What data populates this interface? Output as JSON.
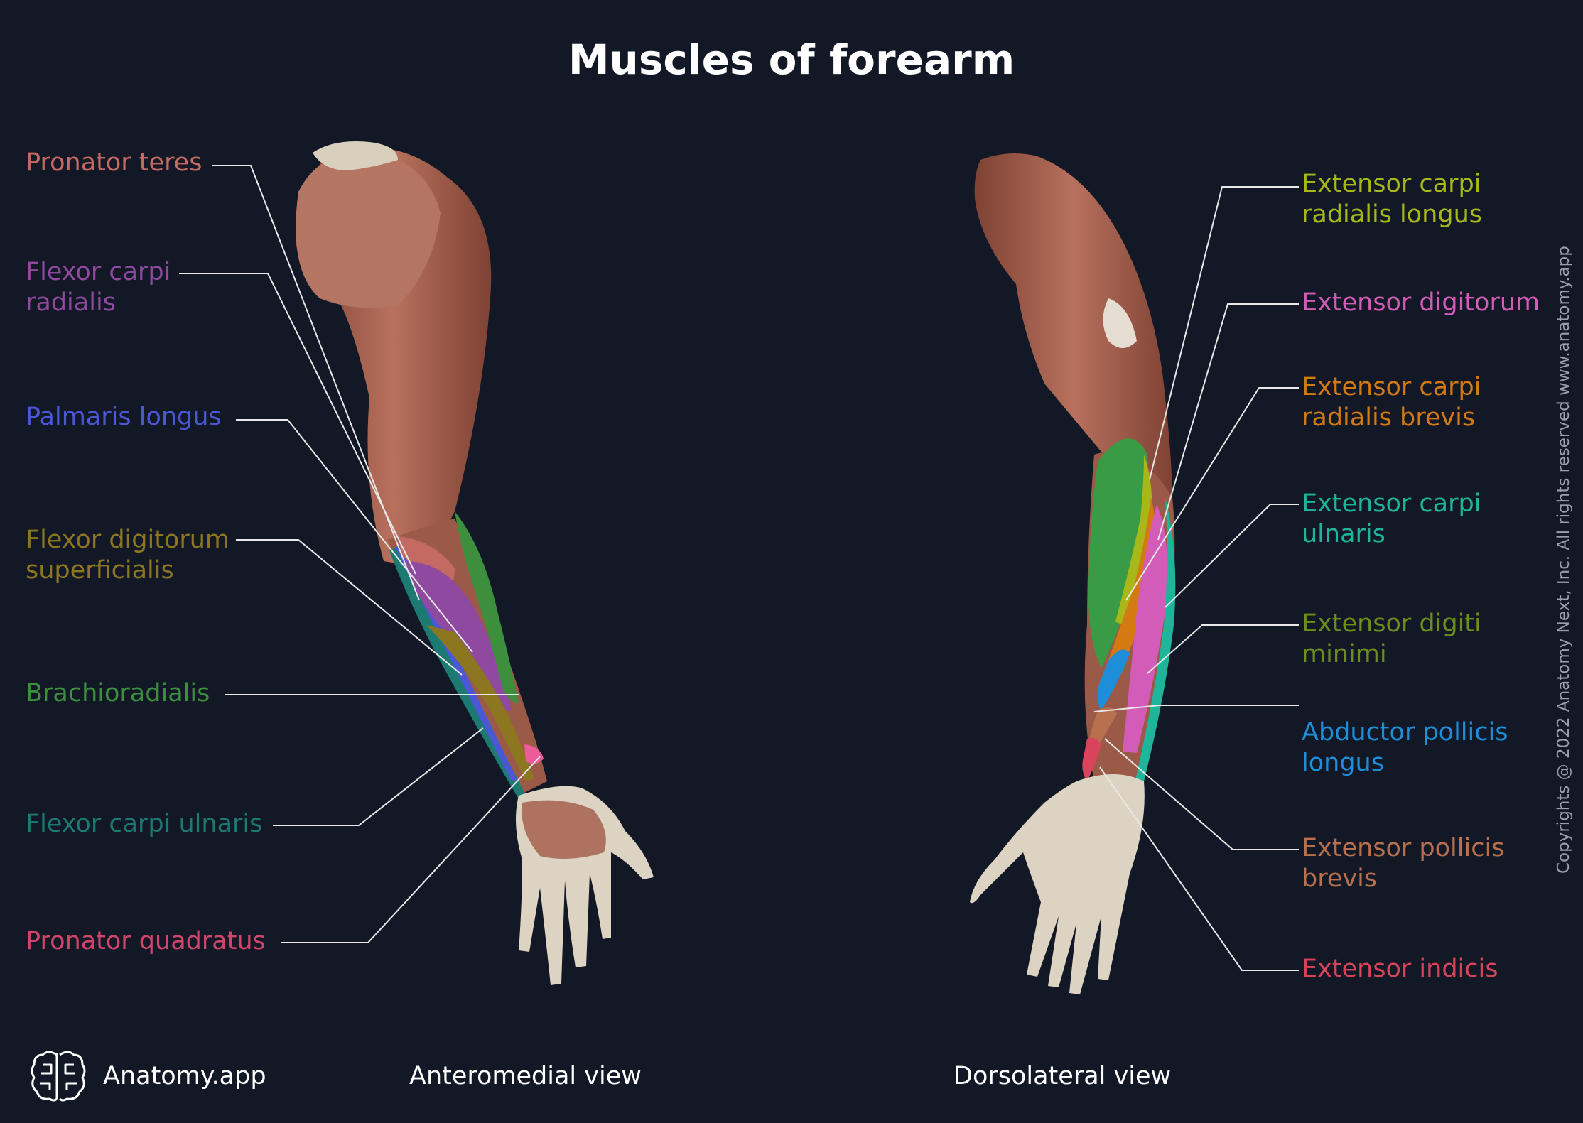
{
  "title": "Muscles of forearm",
  "colors": {
    "background": "#121826",
    "leader_line": "#e8e8e8",
    "muscle_base": "#a5614f",
    "bone": "#ddd3c2"
  },
  "left_view": {
    "caption": "Anteromedial view",
    "labels": [
      {
        "text": "Pronator teres",
        "color": "#c46a62"
      },
      {
        "text": "Flexor carpi\nradialis",
        "color": "#8f4aa0"
      },
      {
        "text": "Palmaris longus",
        "color": "#4b58d6"
      },
      {
        "text": "Flexor digitorum\nsuperficialis",
        "color": "#8c7620"
      },
      {
        "text": "Brachioradialis",
        "color": "#3d8f3e"
      },
      {
        "text": "Flexor carpi ulnaris",
        "color": "#1c7a72"
      },
      {
        "text": "Pronator quadratus",
        "color": "#d2456b"
      }
    ]
  },
  "right_view": {
    "caption": "Dorsolateral view",
    "labels": [
      {
        "text": "Extensor carpi\nradialis longus",
        "color": "#a8b818"
      },
      {
        "text": "Extensor digitorum",
        "color": "#d25cb8"
      },
      {
        "text": "Extensor carpi\nradialis brevis",
        "color": "#d47a12"
      },
      {
        "text": "Extensor carpi\nulnaris",
        "color": "#1fb59a"
      },
      {
        "text": "Extensor digiti\nminimi",
        "color": "#6e8e1c"
      },
      {
        "text": "Abductor pollicis\nlongus",
        "color": "#1e8ed8"
      },
      {
        "text": "Extensor pollicis\nbrevis",
        "color": "#b8704e"
      },
      {
        "text": "Extensor indicis",
        "color": "#d8455a"
      }
    ]
  },
  "brand": {
    "name": "Anatomy.app",
    "icon": "brain-icon"
  },
  "copyright": "Copyrights @ 2022 Anatomy Next, Inc. All rights reserved www.anatomy.app"
}
